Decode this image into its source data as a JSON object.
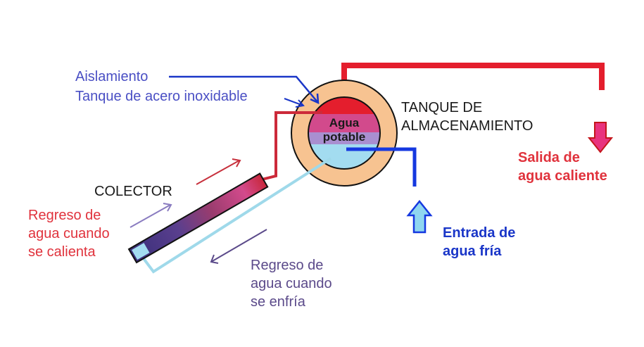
{
  "labels": {
    "insulation": "Aislamiento",
    "steel_tank": "Tanque de acero inoxidable",
    "storage_tank": [
      "TANQUE DE",
      "ALMACENAMIENTO"
    ],
    "potable_water": [
      "Agua",
      "potable"
    ],
    "collector": "COLECTOR",
    "return_heated": [
      "Regreso de",
      "agua cuando",
      "se calienta"
    ],
    "return_cooled": [
      "Regreso de",
      "agua cuando",
      "se enfría"
    ],
    "hot_outlet": [
      "Salida de",
      "agua caliente"
    ],
    "cold_inlet": [
      "Entrada de",
      "agua fría"
    ]
  },
  "colors": {
    "insulation": "#f7c391",
    "hot": "#e41e2d",
    "warm": "#d24a8c",
    "cool_mid": "#a98fd0",
    "cold": "#a3dcf0",
    "cold_pipe": "#9fd9ea",
    "cold_inlet_pipe": "#1538e0",
    "collector_dark": "#4a3a8c"
  },
  "icons": [
    "hot-outlet-arrow-icon",
    "cold-inlet-arrow-icon",
    "flow-up-arrow-icon",
    "flow-down-arrow-icon"
  ]
}
